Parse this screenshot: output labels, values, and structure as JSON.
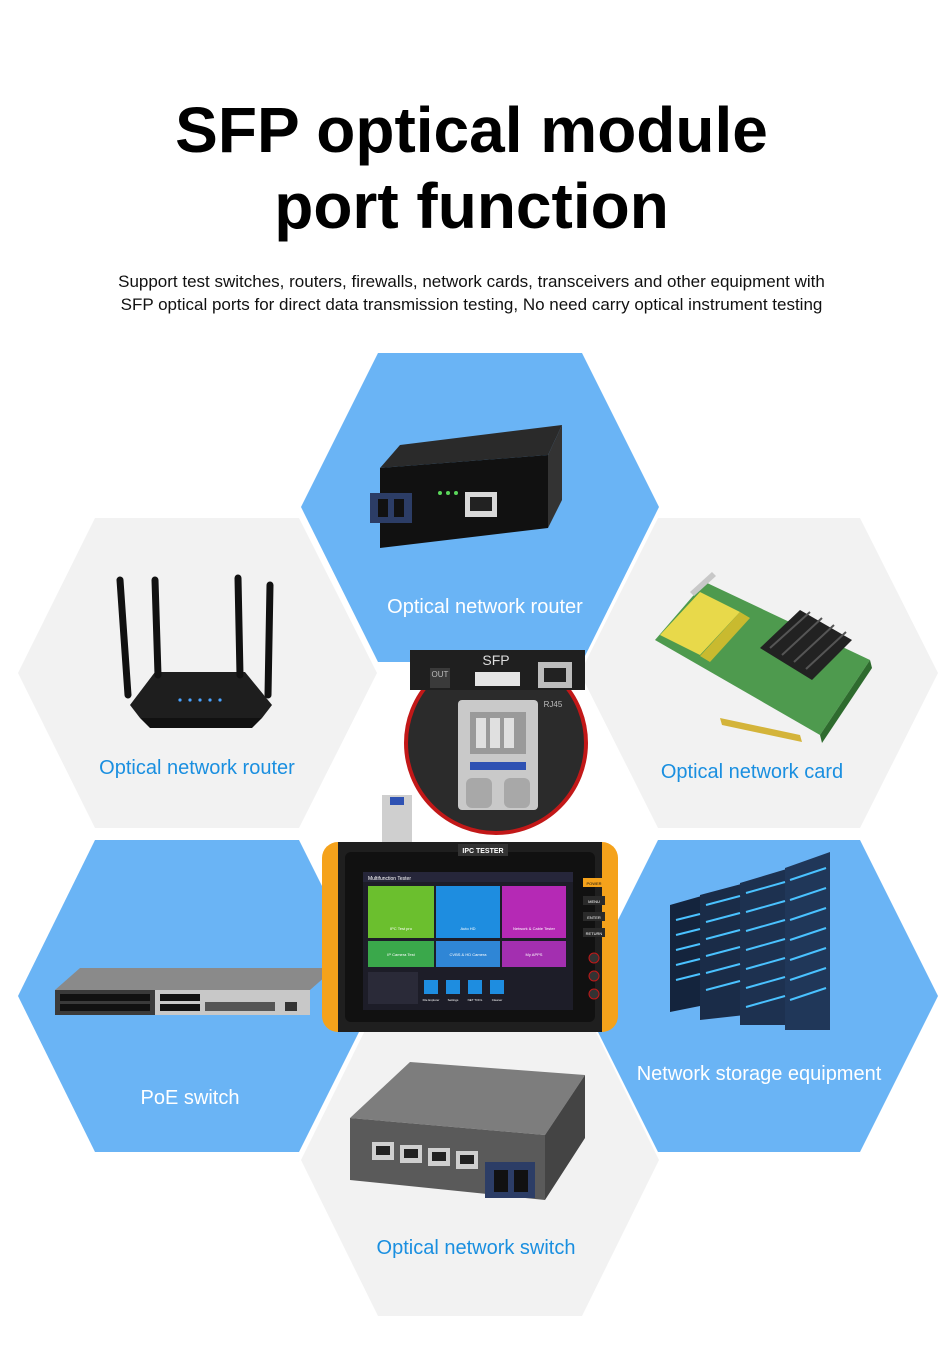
{
  "header": {
    "title_line1": "SFP optical module",
    "title_line2": "port function",
    "subtitle_line1": "Support test switches, routers, firewalls, network cards, transceivers and other equipment with",
    "subtitle_line2": "SFP optical ports for direct data transmission testing, No need carry optical instrument testing"
  },
  "hexagons": {
    "top": "Optical network router",
    "left_upper": "Optical network router",
    "right_upper": "Optical network card",
    "left_lower": "PoE switch",
    "right_lower": "Network storage equipment",
    "bottom": "Optical network switch"
  },
  "device": {
    "sfp_label": "SFP",
    "rj45_label": "RJ45",
    "port_label": "OUT",
    "brand": "IPC TESTER",
    "screen_header": "Multifunction Tester",
    "tiles": [
      "IPC Test pro",
      "Auto HD",
      "Network & Cable Tester",
      "IP Camera Test",
      "CVBS & HD Camera",
      "My APPS"
    ],
    "dock": [
      "File Explorer",
      "Settings",
      "NET TOOL",
      "Cleaner"
    ],
    "side_buttons": [
      "POWER",
      "MENU",
      "ENTER",
      "RETURN"
    ]
  },
  "colors": {
    "blue_hex": "#6ab4f5",
    "gray_hex": "#f2f2f2",
    "accent_blue": "#1a8fe0",
    "device_orange": "#f5a21b"
  }
}
